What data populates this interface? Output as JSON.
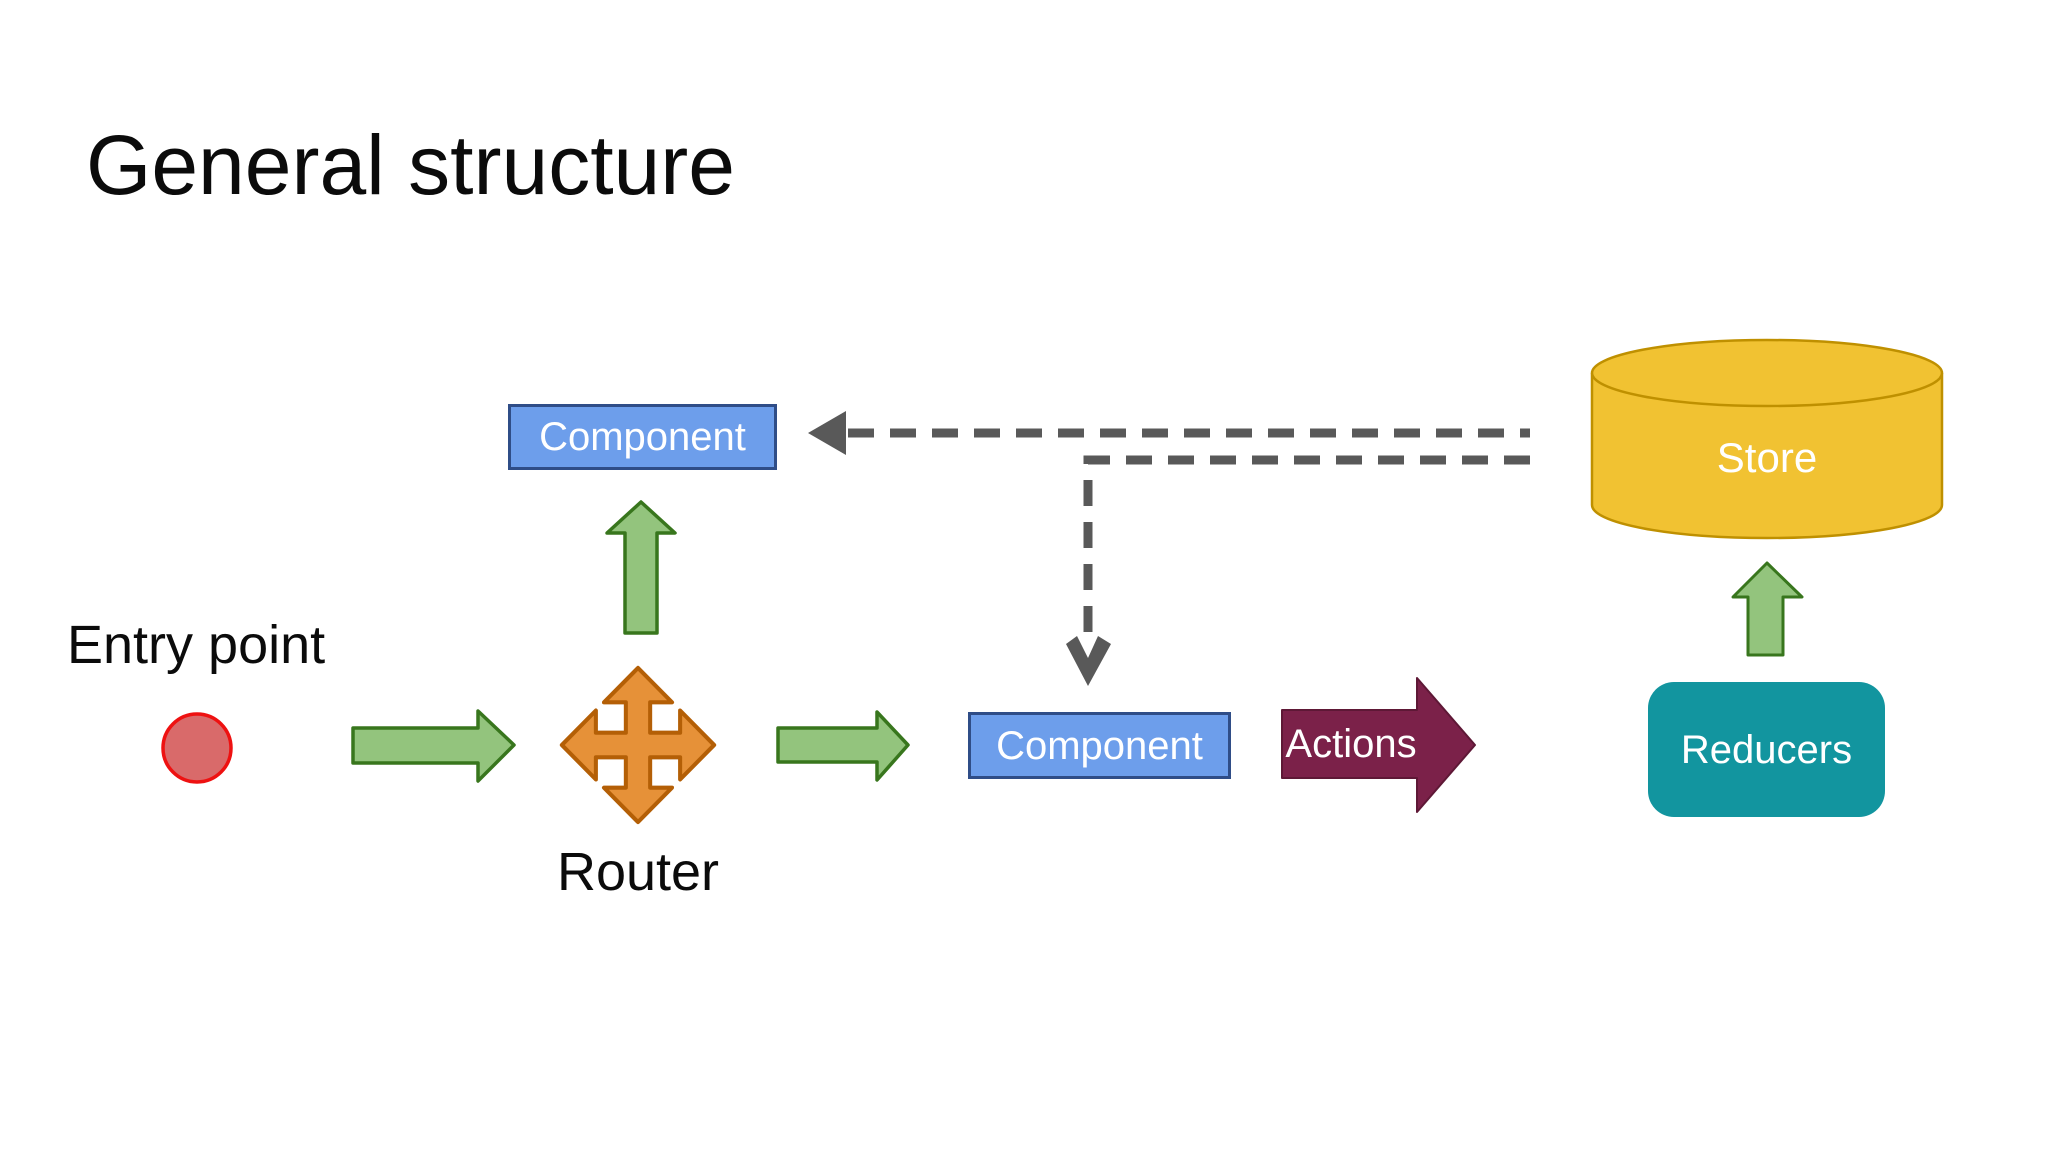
{
  "slide": {
    "title": "General structure"
  },
  "diagram": {
    "entry": {
      "label": "Entry point"
    },
    "router": {
      "label": "Router"
    },
    "component_top": {
      "label": "Component"
    },
    "component_main": {
      "label": "Component"
    },
    "actions": {
      "label": "Actions"
    },
    "reducers": {
      "label": "Reducers"
    },
    "store": {
      "label": "Store"
    },
    "icons": {
      "entry": "entry-dot-icon",
      "router": "move-4way-arrow-icon",
      "store": "database-cylinder-icon"
    },
    "colors": {
      "arrow_green_fill": "#93c47d",
      "arrow_green_stroke": "#38761d",
      "component_fill": "#6d9eeb",
      "component_stroke": "#2f4d87",
      "router_fill": "#e69138",
      "router_stroke": "#b45f06",
      "actions_fill": "#7b2149",
      "actions_stroke": "#5e1836",
      "reducers_fill": "#12959f",
      "store_fill": "#f1c232",
      "store_stroke": "#bf9000",
      "entry_fill": "#d96a6a",
      "entry_stroke": "#ee1111",
      "dashed_line": "#595959",
      "text_dark": "#0b0b0b",
      "text_light": "#ffffff"
    }
  }
}
